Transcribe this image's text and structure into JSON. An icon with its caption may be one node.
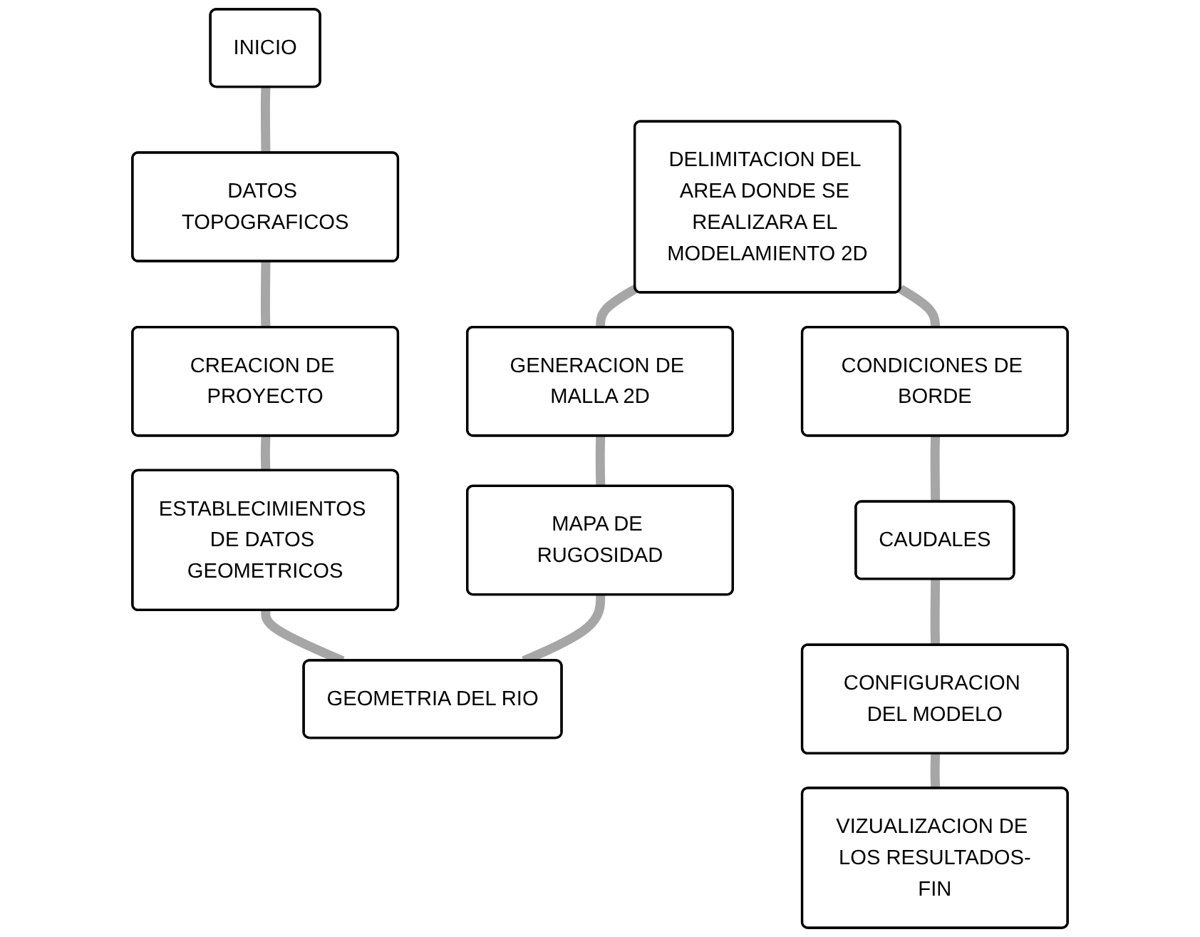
{
  "diagram": {
    "nodes": [
      {
        "text": [
          "INICIO"
        ]
      },
      {
        "text": [
          "DATOS TOPOGRAFICOS"
        ]
      },
      {
        "text": [
          "CREACION DE PROYECTO"
        ]
      },
      {
        "text": [
          "ESTABLECIMIENTOS DE DATOS GEOMETRICOS"
        ]
      },
      {
        "text": [
          "DELIMITACION DEL AREA DONDE SE REALIZARA EL MODELAMIENTO 2D"
        ]
      },
      {
        "text": [
          "GENERACION DE MALLA 2D"
        ]
      },
      {
        "text": [
          "MAPA DE RUGOSIDAD"
        ]
      },
      {
        "text": [
          "GEOMETRIA DEL RIO"
        ]
      },
      {
        "text": [
          "CONDICIONES DE BORDE"
        ]
      },
      {
        "text": [
          "CAUDALES"
        ]
      },
      {
        "text": [
          "CONFIGURACION DEL MODELO"
        ]
      },
      {
        "text": [
          "VIZUALIZACION DE LOS RESULTADOS-FIN"
        ]
      }
    ],
    "edges": [
      {
        "from": 0,
        "to": 1,
        "arrow": "none"
      },
      {
        "from": 1,
        "to": 2,
        "arrow": "none"
      },
      {
        "from": 2,
        "to": 3,
        "arrow": "none"
      },
      {
        "from": 3,
        "to": 7,
        "arrow": "none"
      },
      {
        "from": 4,
        "to": 5,
        "arrow": "none"
      },
      {
        "from": 5,
        "to": 6,
        "arrow": "none"
      },
      {
        "from": 6,
        "to": 7,
        "arrow": "none"
      },
      {
        "from": 4,
        "to": 8,
        "arrow": "none"
      },
      {
        "from": 8,
        "to": 9,
        "arrow": "none"
      },
      {
        "from": 9,
        "to": 10,
        "arrow": "none"
      },
      {
        "from": 10,
        "to": 11,
        "arrow": "none"
      }
    ]
  }
}
